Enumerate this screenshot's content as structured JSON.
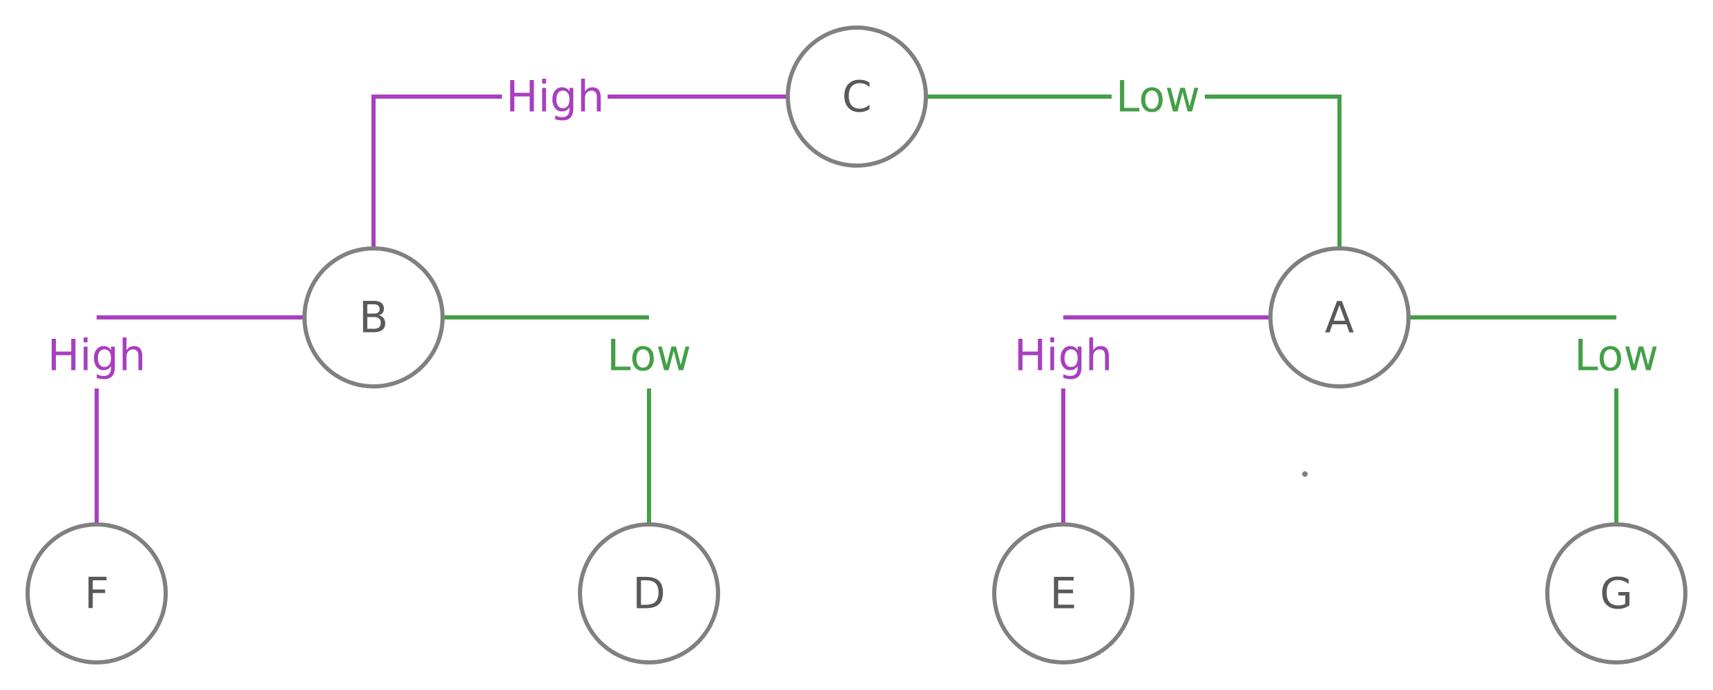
{
  "colors": {
    "high": "#A83FBF",
    "low": "#43A047",
    "node_stroke": "#808080",
    "node_text": "#595959"
  },
  "nodes": {
    "C": {
      "label": "C"
    },
    "B": {
      "label": "B"
    },
    "A": {
      "label": "A"
    },
    "F": {
      "label": "F"
    },
    "D": {
      "label": "D"
    },
    "E": {
      "label": "E"
    },
    "G": {
      "label": "G"
    }
  },
  "edges": [
    {
      "from": "C",
      "to": "B",
      "label": "High",
      "kind": "high"
    },
    {
      "from": "C",
      "to": "A",
      "label": "Low",
      "kind": "low"
    },
    {
      "from": "B",
      "to": "F",
      "label": "High",
      "kind": "high"
    },
    {
      "from": "B",
      "to": "D",
      "label": "Low",
      "kind": "low"
    },
    {
      "from": "A",
      "to": "E",
      "label": "High",
      "kind": "high"
    },
    {
      "from": "A",
      "to": "G",
      "label": "Low",
      "kind": "low"
    }
  ]
}
